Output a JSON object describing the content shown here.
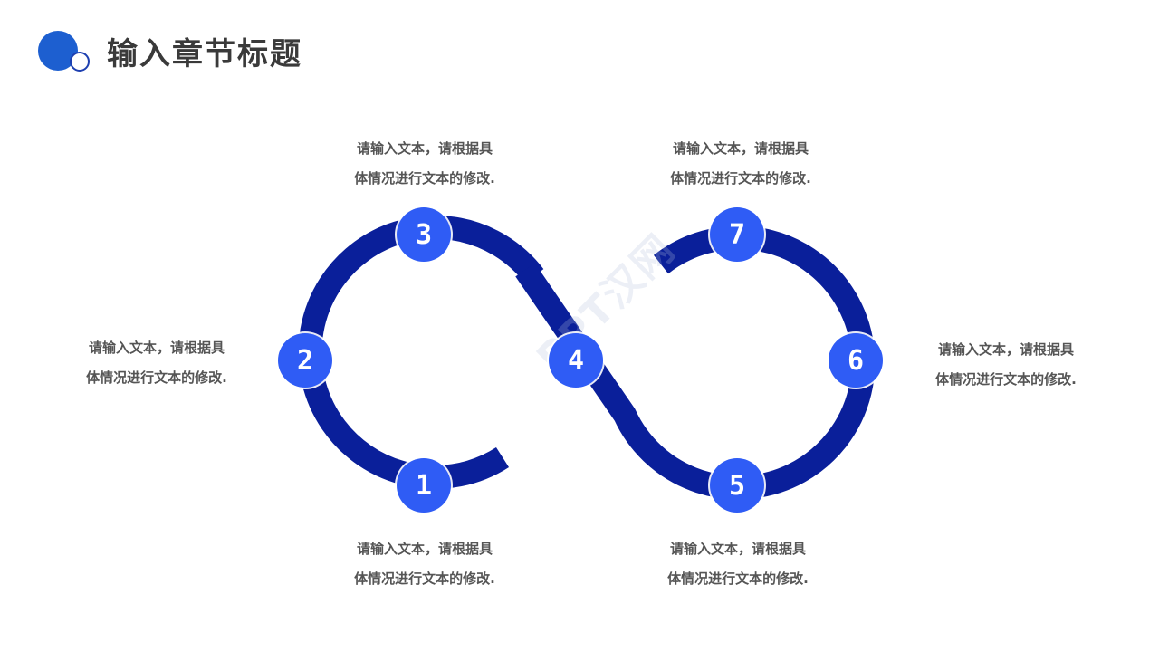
{
  "header": {
    "title": "输入章节标题"
  },
  "colors": {
    "track": "#0a1f9a",
    "node": "#2f5cf5",
    "logo": "#1d5fd0"
  },
  "watermark": "PPT汉网",
  "nodes": [
    {
      "label": "1",
      "text_line1": "请输入文本，请根据具",
      "text_line2": "体情况进行文本的修改."
    },
    {
      "label": "2",
      "text_line1": "请输入文本，请根据具",
      "text_line2": "体情况进行文本的修改."
    },
    {
      "label": "3",
      "text_line1": "请输入文本，请根据具",
      "text_line2": "体情况进行文本的修改."
    },
    {
      "label": "4"
    },
    {
      "label": "5",
      "text_line1": "请输入文本，请根据具",
      "text_line2": "体情况进行文本的修改."
    },
    {
      "label": "6",
      "text_line1": "请输入文本，请根据具",
      "text_line2": "体情况进行文本的修改."
    },
    {
      "label": "7",
      "text_line1": "请输入文本，请根据具",
      "text_line2": "体情况进行文本的修改."
    }
  ]
}
